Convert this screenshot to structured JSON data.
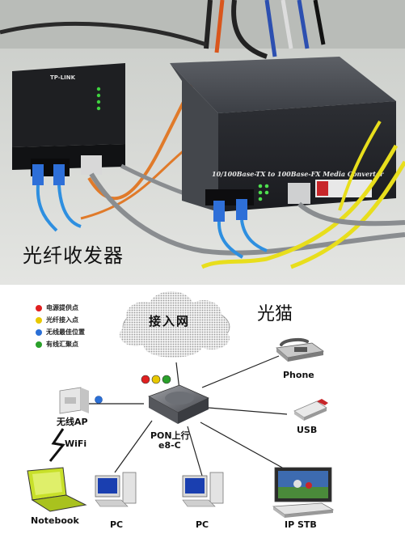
{
  "photo": {
    "caption": "光纤收发器",
    "small_converter_brand": "TP-LINK",
    "large_converter_label": "10/100Base-TX to 100Base-FX Media Converter"
  },
  "diagram": {
    "title": "光猫",
    "legend": [
      {
        "label": "电源提供点",
        "color": "#e02020"
      },
      {
        "label": "光纤接入点",
        "color": "#e8c800"
      },
      {
        "label": "无线最佳位置",
        "color": "#2a6fd6"
      },
      {
        "label": "有线汇聚点",
        "color": "#2aa02a"
      }
    ],
    "cloud_label": "接入网",
    "center": {
      "line1": "PON上行",
      "line2": "e8-C"
    },
    "nodes": {
      "phone": "Phone",
      "usb": "USB",
      "wireless_ap": "无线AP",
      "wifi": "WiFi",
      "notebook": "Notebook",
      "pc1": "PC",
      "pc2": "PC",
      "stb": "IP STB"
    }
  }
}
